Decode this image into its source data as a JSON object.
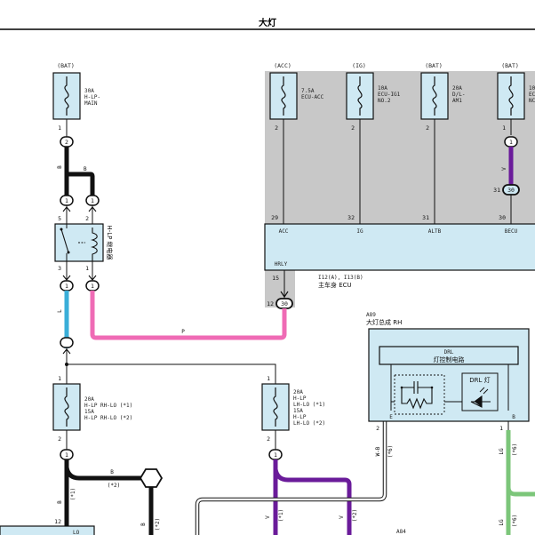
{
  "title": "大灯",
  "sources": {
    "bat_left": "(BAT)",
    "acc": "(ACC)",
    "ig": "(IG)",
    "bat_mid": "(BAT)",
    "bat_right": "(BAT)"
  },
  "fuses": {
    "hlp_main": [
      "30A",
      "H-LP-",
      "MAIN"
    ],
    "ecu_acc": [
      "7.5A",
      "ECU-ACC"
    ],
    "ecu_ig1": [
      "10A",
      "ECU-IG1",
      "NO.2"
    ],
    "d_l_am1": [
      "20A",
      "D/L-",
      "AM1"
    ],
    "right_cut": [
      "10",
      "EC",
      "NC"
    ],
    "hlp_rh": [
      "20A",
      "H-LP RH-LO (*1)",
      "15A",
      "H-LP RH-LO (*2)"
    ],
    "hlp_lh": [
      "20A",
      "H-LP",
      "LH-LO (*1)",
      "15A",
      "H-LP",
      "LH-LO (*2)"
    ]
  },
  "relay": {
    "label": "H-LP 继电器",
    "pins": [
      "5",
      "2",
      "3",
      "1"
    ]
  },
  "ecu": {
    "terminals": [
      "ACC",
      "IG",
      "ALTB",
      "BECU"
    ],
    "terminal_pins": [
      "29",
      "32",
      "31",
      "30"
    ],
    "hrly": "HRLY",
    "hrly_pin": "15",
    "name_lines": [
      "I12(A), I13(B)",
      "主车身 ECU"
    ],
    "conn_12": "12",
    "conn_30": "30",
    "conn_31": "31",
    "conn_30b": "30"
  },
  "headlamp": {
    "id": "A89",
    "name": "大灯总成 RH",
    "drl_circuit": [
      "DRL",
      "灯控制电路"
    ],
    "drl_lamp": "DRL 灯",
    "pin_e": "E",
    "pin_b": "B"
  },
  "bottom": {
    "lo": "LO",
    "a84": "A84"
  },
  "wire_labels": {
    "b1": "B",
    "b2": "B",
    "l": "L",
    "p": "P",
    "v1": "V",
    "b3": "B",
    "b4": "B",
    "b5": "B",
    "star2": "(*2)",
    "star1": "(*1)",
    "star2b": "(*2)",
    "v_star1": "V",
    "v_star2": "V",
    "wb": "W-B",
    "wb_star": "(*6)",
    "lg": "LG",
    "lg_star": "(*6)",
    "lg2": "LG",
    "lg2_star": "(*6)",
    "b_star1": "(*1)",
    "b_star2": "(*2)"
  },
  "pin_numbers": {
    "p1": "1",
    "p2": "2",
    "p3": "2",
    "p4": "2",
    "p5": "2",
    "p6": "1",
    "p7": "1",
    "p8": "2",
    "p9": "1",
    "p10": "2",
    "p11": "1",
    "p12": "2",
    "p13": "1",
    "p14": "12",
    "p15": "2",
    "p16": "1"
  },
  "colors": {
    "black": "#111111",
    "blue": "#3aaed8",
    "pink": "#ef6bb5",
    "violet": "#6a1b9a",
    "green": "#7cc67a",
    "gray": "#c8c8c8",
    "panel": "#cfe9f3"
  }
}
